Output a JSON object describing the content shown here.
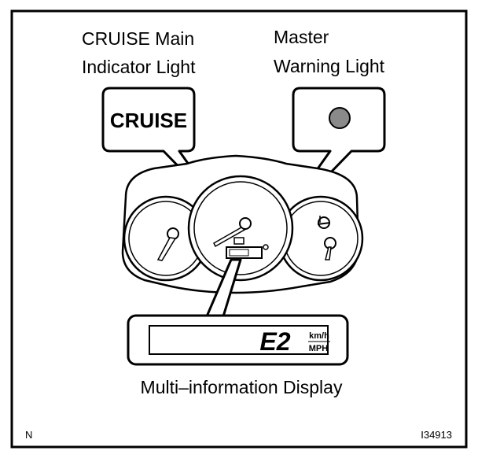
{
  "labels": {
    "cruise_title_line1": "CRUISE Main",
    "cruise_title_line2": "Indicator Light",
    "master_title_line1": "Master",
    "master_title_line2": "Warning Light",
    "cruise_indicator_text": "CRUISE",
    "display_title": "Multi–information Display",
    "display_code": "E2",
    "unit_top": "km/h",
    "unit_bottom": "MPH",
    "corner_left": "N",
    "corner_right": "I34913"
  },
  "colors": {
    "line": "#000000",
    "background": "#ffffff",
    "warning_dot": "#8a8a8a"
  }
}
